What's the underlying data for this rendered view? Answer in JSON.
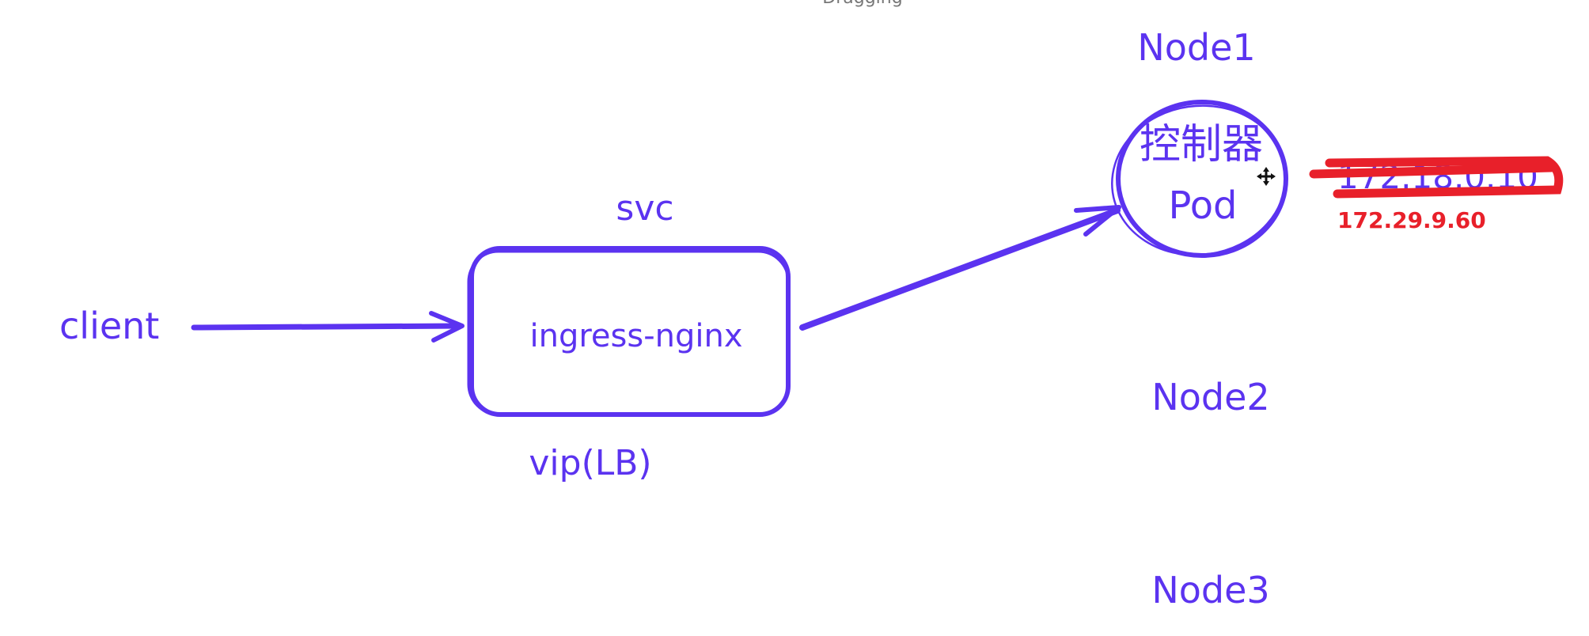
{
  "top_status": "Dragging",
  "colors": {
    "ink": "#5b33f0",
    "annotation": "#e8202a"
  },
  "labels": {
    "client": "client",
    "svc": "svc",
    "ingress": "ingress-nginx",
    "vip": "vip(LB)",
    "node1": "Node1",
    "node2": "Node2",
    "node3": "Node3",
    "controller": "控制器",
    "pod": "Pod",
    "old_ip": "172.18.0.10",
    "new_ip": "172.29.9.60"
  },
  "cursor_icon": "move-cursor-icon"
}
